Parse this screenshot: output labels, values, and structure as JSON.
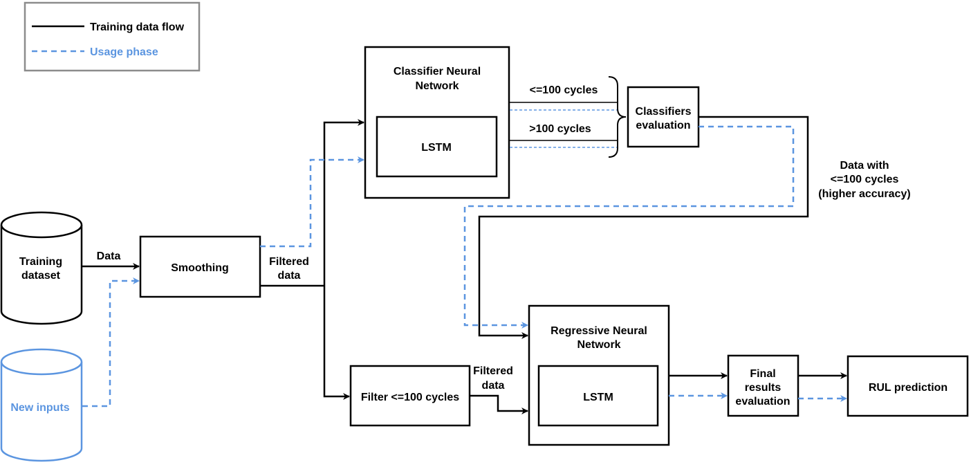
{
  "colors": {
    "solid": "#000000",
    "usage": "#5b95e0"
  },
  "legend": {
    "training": "Training data flow",
    "usage": "Usage phase"
  },
  "nodes": {
    "training_dataset": [
      "Training",
      "dataset"
    ],
    "new_inputs": "New inputs",
    "smoothing": "Smoothing",
    "classifier_title": [
      "Classifier Neural",
      "Network"
    ],
    "classifier_lstm": "LSTM",
    "classifiers_evaluation": [
      "Classifiers",
      "evaluation"
    ],
    "filter": "Filter <=100 cycles",
    "regressive_title": [
      "Regressive Neural",
      "Network"
    ],
    "regressive_lstm": "LSTM",
    "final_results": [
      "Final",
      "results",
      "evaluation"
    ],
    "rul_prediction": "RUL prediction"
  },
  "edge_labels": {
    "data": "Data",
    "filtered_data_1": [
      "Filtered",
      "data"
    ],
    "filtered_data_2": [
      "Filtered",
      "data"
    ],
    "le100": "<=100 cycles",
    "gt100": ">100 cycles",
    "data_with": [
      "Data with",
      "<=100 cycles",
      "(higher accuracy)"
    ]
  }
}
